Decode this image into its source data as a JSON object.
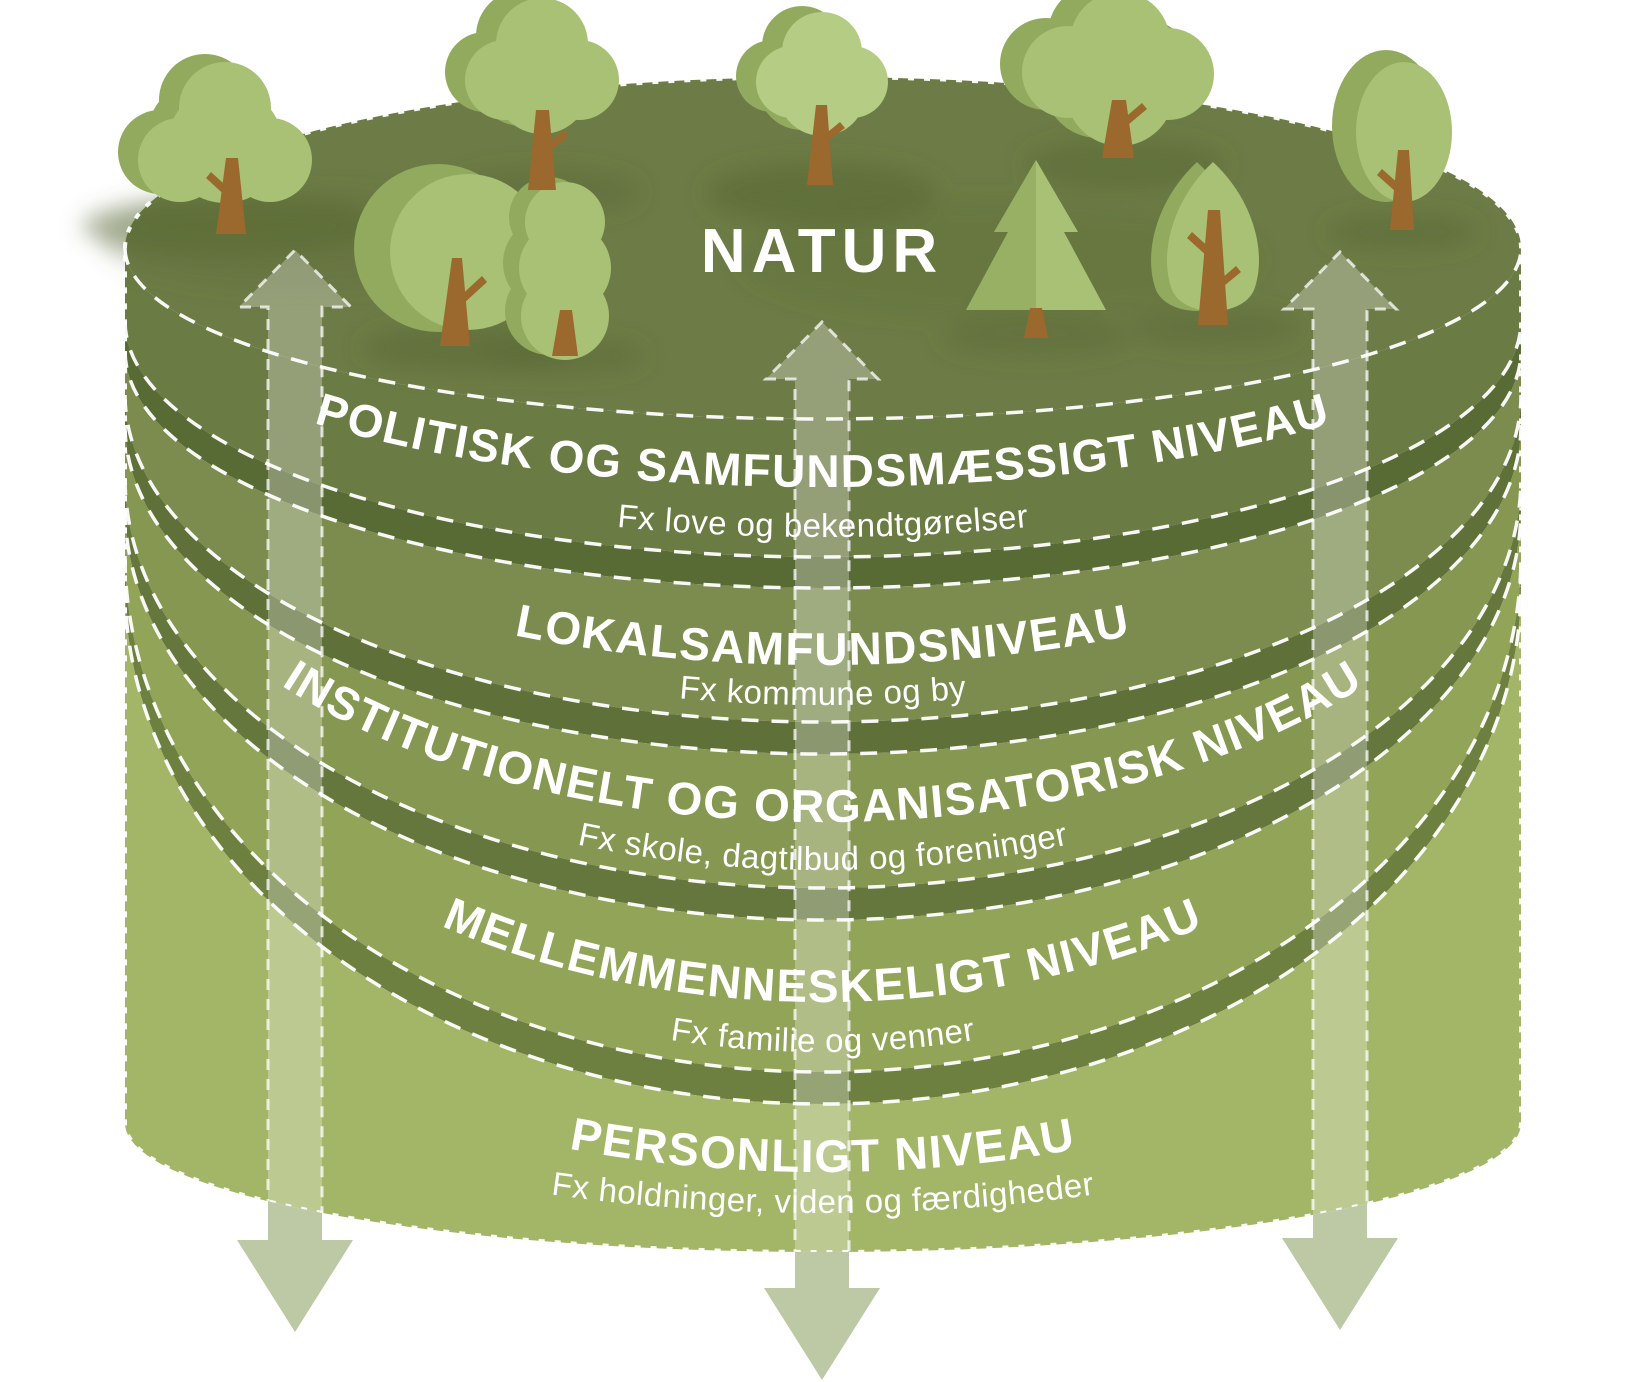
{
  "diagram": {
    "title": "NATUR",
    "layers": [
      {
        "id": "politisk",
        "title": "POLITISK OG SAMFUNDSMÆSSIGT NIVEAU",
        "subtitle": "Fx love og bekendtgørelser"
      },
      {
        "id": "lokalsamfund",
        "title": "LOKALSAMFUNDSNIVEAU",
        "subtitle": "Fx kommune og by"
      },
      {
        "id": "institutionelt",
        "title": "INSTITUTIONELT OG ORGANISATORISK NIVEAU",
        "subtitle": "Fx skole, dagtilbud og foreninger"
      },
      {
        "id": "mellemmenneskeligt",
        "title": "MELLEMMENNESKELIGT NIVEAU",
        "subtitle": "Fx familie og venner"
      },
      {
        "id": "personligt",
        "title": "PERSONLIGT NIVEAU",
        "subtitle": "Fx holdninger, viden og færdigheder"
      }
    ],
    "colors": {
      "background": "#ffffff",
      "land": "#6d7c46",
      "bands": [
        "#6b7b44",
        "#7b8c4e",
        "#859750",
        "#92a458",
        "#a3b667"
      ],
      "strips": [
        "#596b35",
        "#5f7038",
        "#66773d",
        "#6e8040"
      ],
      "dashed_line": "#ffffff",
      "text": "#ffffff",
      "arrow_below": "#bdc8a5",
      "foliage_light": "#a9c175",
      "foliage_dark": "#92aa5e",
      "foliage_bright": "#b5cc84",
      "pine_highlight": "#b0c67e",
      "trunk": "#9b682e",
      "shadow": "#556531"
    }
  }
}
